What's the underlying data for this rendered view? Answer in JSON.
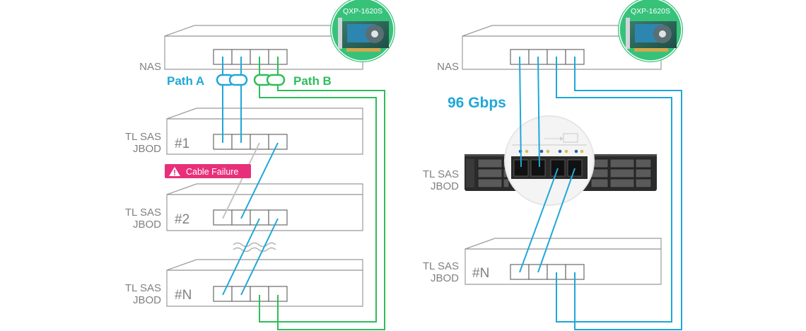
{
  "left": {
    "nas_label": "NAS",
    "path_a": "Path A",
    "path_b": "Path B",
    "card_label": "QXP-1620S",
    "jbod1_label": [
      "TL SAS",
      "JBOD"
    ],
    "jbod1_num": "#1",
    "jbod2_label": [
      "TL SAS",
      "JBOD"
    ],
    "jbod2_num": "#2",
    "jbodn_label": [
      "TL SAS",
      "JBOD"
    ],
    "jbodn_num": "#N",
    "cable_failure": "Cable Failure"
  },
  "right": {
    "nas_label": "NAS",
    "card_label": "QXP-1620S",
    "speed": "96 Gbps",
    "jbod_label": [
      "TL SAS",
      "JBOD"
    ],
    "jbodn_label": [
      "TL SAS",
      "JBOD"
    ],
    "jbodn_num": "#N"
  },
  "colors": {
    "path_a": "#20a7d8",
    "path_b": "#2ebd5a",
    "failure_badge": "#e8307a",
    "failed_cable": "#c4c4c4",
    "card_badge": "#37c27a"
  },
  "icons": {
    "link_a": "chain-link-icon",
    "link_b": "chain-link-icon",
    "warning": "warning-triangle-icon"
  }
}
